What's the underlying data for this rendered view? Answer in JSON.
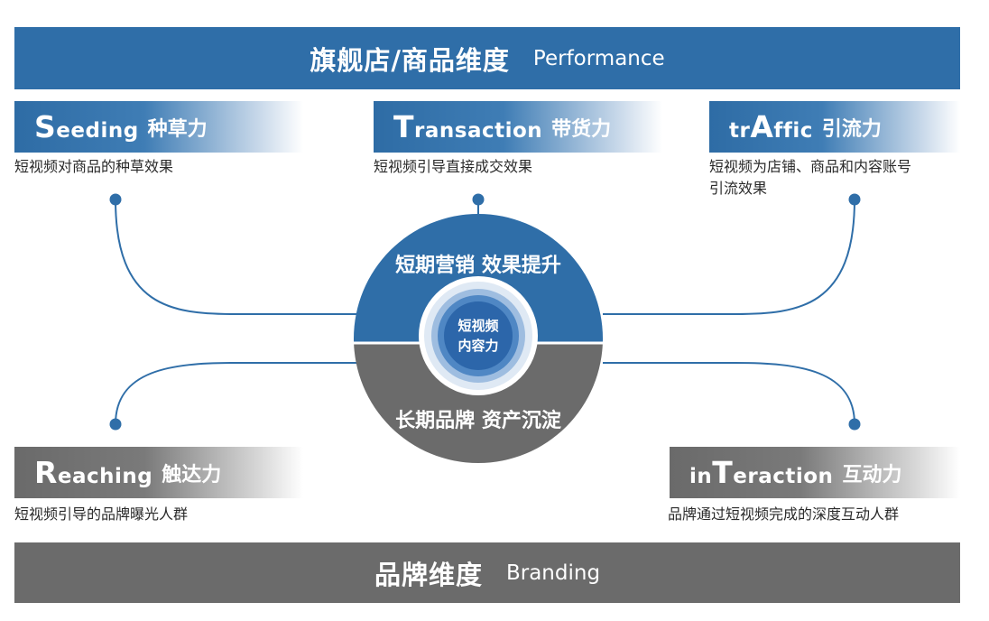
{
  "top_bar": {
    "zh": "旗舰店/商品维度",
    "en": "Performance"
  },
  "bottom_bar": {
    "zh": "品牌维度",
    "en": "Branding"
  },
  "seeding": {
    "cap": "S",
    "rest": "eeding",
    "zh": "种草力",
    "desc": "短视频对商品的种草效果"
  },
  "transaction": {
    "cap": "T",
    "rest": "ransaction",
    "zh": "带货力",
    "desc": "短视频引导直接成交效果"
  },
  "traffic": {
    "pre": "tr",
    "cap": "A",
    "rest": "ffic",
    "zh": "引流力",
    "desc_line1": "短视频为店铺、商品和内容账号",
    "desc_line2": "引流效果"
  },
  "reaching": {
    "cap": "R",
    "rest": "eaching",
    "zh": "触达力",
    "desc": "短视频引导的品牌曝光人群"
  },
  "interaction": {
    "pre": "in",
    "cap": "T",
    "rest": "eraction",
    "zh": "互动力",
    "desc": "品牌通过短视频完成的深度互动人群"
  },
  "center": {
    "top_text": "短期营销 效果提升",
    "bottom_text": "长期品牌 资产沉淀",
    "core_line1": "短视频",
    "core_line2": "内容力"
  },
  "colors": {
    "blue": "#2f6ea8",
    "gray": "#6b6b6b",
    "line": "#2f6ea8"
  }
}
